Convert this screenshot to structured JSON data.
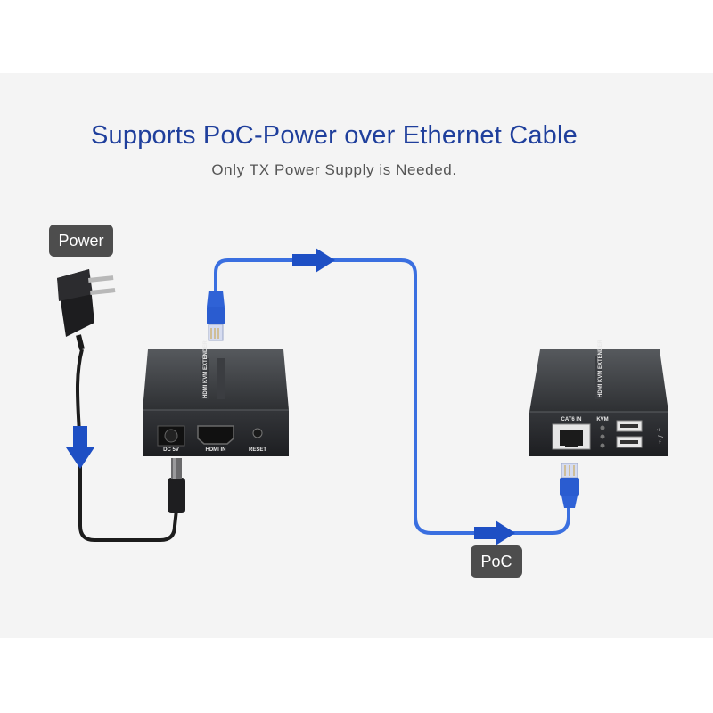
{
  "heading": {
    "title": "Supports PoC-Power over Ethernet Cable",
    "subtitle": "Only TX Power Supply is Needed."
  },
  "tags": {
    "power": "Power",
    "poc": "PoC"
  },
  "transmitter": {
    "top_label": "HDMI KVM EXTENDER",
    "port_dc": "DC 5V",
    "port_hdmi": "HDMI IN",
    "port_reset": "RESET"
  },
  "receiver": {
    "top_label": "HDMI KVM EXTENDER",
    "port_cat6": "CAT6 IN",
    "port_kvm": "KVM"
  },
  "colors": {
    "title": "#1f3f9c",
    "cable_blue": "#3a6fe0",
    "arrow_blue": "#1e4fc4",
    "device": "#2b2d30",
    "background": "#f4f4f4"
  }
}
